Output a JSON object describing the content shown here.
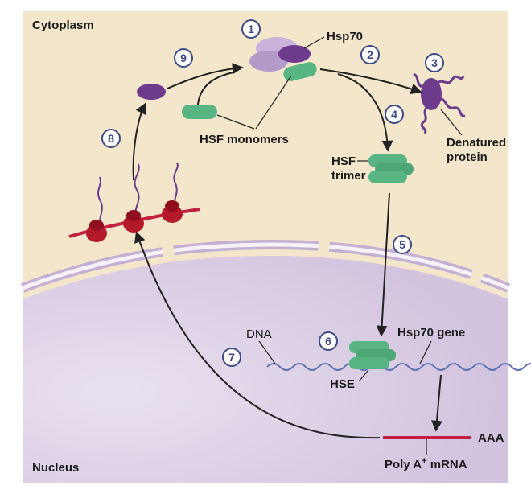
{
  "compartments": {
    "cytoplasm": "Cytoplasm",
    "nucleus": "Nucleus"
  },
  "labels": {
    "hsp70": "Hsp70",
    "hsf_monomers": "HSF monomers",
    "denatured_line1": "Denatured",
    "denatured_line2": "protein",
    "hsf_trimer_line1": "HSF",
    "hsf_trimer_line2": "trimer",
    "dna": "DNA",
    "hsp70_gene": "Hsp70 gene",
    "hse": "HSE",
    "aaa": "AAA",
    "poly_a_mrna_pre": "Poly A",
    "poly_a_mrna_sup": "+",
    "poly_a_mrna_post": " mRNA"
  },
  "steps": [
    "1",
    "2",
    "3",
    "4",
    "5",
    "6",
    "7",
    "8",
    "9"
  ],
  "colors": {
    "cytoplasm": "#f3e6cb",
    "nucleus": "#dcd0e5",
    "membrane": "#c3b0d2",
    "hsp70": "#b49ac9",
    "hsp70_dark": "#6d3a8c",
    "hsf": "#58b483",
    "mrna": "#c3203f",
    "ribosome": "#b4192b",
    "dna": "#5f75b4",
    "arrow": "#222222",
    "step_ring": "#3c4a86"
  }
}
